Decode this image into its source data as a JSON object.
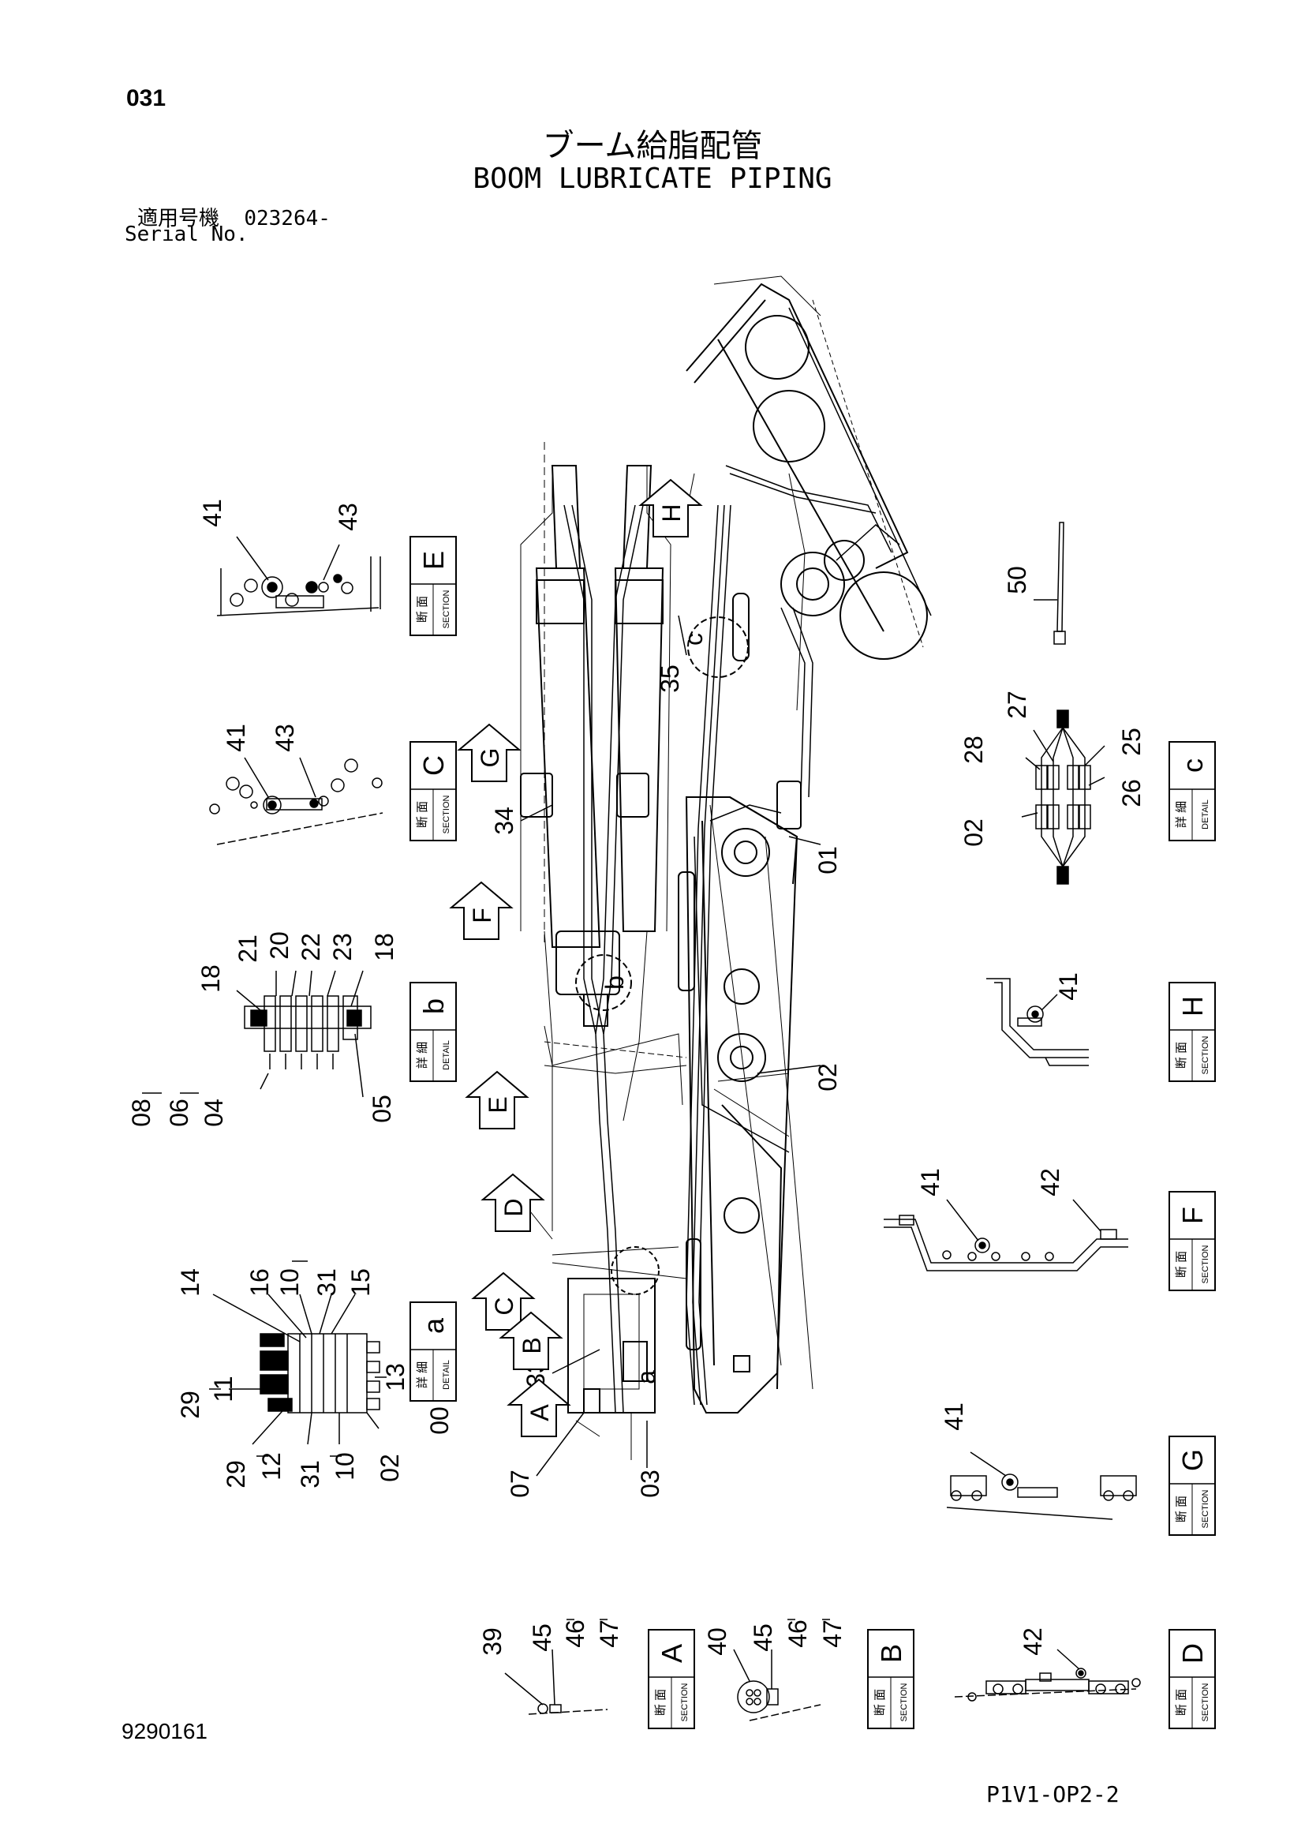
{
  "header": {
    "page_number": "031",
    "title_jp": "ブーム給脂配管",
    "title_en": "BOOM LUBRICATE PIPING",
    "serial_label_jp": "適用号機",
    "serial_number": "023264-",
    "serial_label_en": "Serial No."
  },
  "footer": {
    "document_id": "9290161",
    "drawing_code": "P1V1-OP2-2"
  },
  "stamps": {
    "section_jp": "断 面",
    "section_en": "SECTION",
    "detail_jp": "詳 細",
    "detail_en": "DETAIL"
  },
  "views": [
    {
      "letter": "E",
      "kind": "section"
    },
    {
      "letter": "C",
      "kind": "section"
    },
    {
      "letter": "b",
      "kind": "detail"
    },
    {
      "letter": "a",
      "kind": "detail"
    },
    {
      "letter": "c",
      "kind": "detail"
    },
    {
      "letter": "H",
      "kind": "section"
    },
    {
      "letter": "F",
      "kind": "section"
    },
    {
      "letter": "G",
      "kind": "section"
    },
    {
      "letter": "A",
      "kind": "section"
    },
    {
      "letter": "B",
      "kind": "section"
    },
    {
      "letter": "D",
      "kind": "section"
    }
  ],
  "view_arrows": [
    "H",
    "G",
    "F",
    "E",
    "D",
    "C",
    "B",
    "A"
  ],
  "detail_markers": [
    "c",
    "b",
    "a"
  ],
  "part_labels": {
    "e41": "41",
    "e43": "43",
    "c41": "41",
    "c43": "43",
    "b18a": "18",
    "b21": "21",
    "b20": "20",
    "b22": "22",
    "b23": "23",
    "b18b": "18",
    "b08": "08",
    "b06": "06",
    "b04": "04",
    "b05": "05",
    "a14": "14",
    "a16": "16",
    "a10a": "10",
    "a31a": "31",
    "a15": "15",
    "a13": "13",
    "a29a": "29",
    "a11": "11",
    "a29b": "29",
    "a12": "12",
    "a31b": "31",
    "a10b": "10",
    "a02": "02",
    "a00": "00",
    "m35": "35",
    "m34": "34",
    "m01": "01",
    "m02": "02",
    "m33": "33",
    "m07": "07",
    "m03": "03",
    "p50": "50",
    "dc27": "27",
    "dc28": "28",
    "dc25": "25",
    "dc26": "26",
    "dc02": "02",
    "h41": "41",
    "f41": "41",
    "f42": "42",
    "g41": "41",
    "sa39": "39",
    "sa45": "45",
    "sa46": "46",
    "sa47": "47",
    "sb40": "40",
    "sb45": "45",
    "sb46": "46",
    "sb47": "47",
    "sd42": "42"
  }
}
